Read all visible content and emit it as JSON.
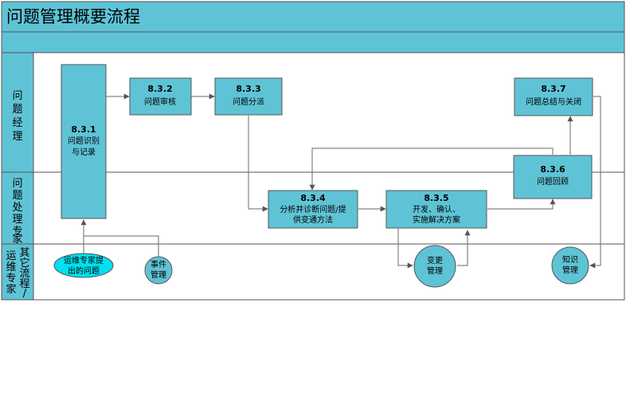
{
  "title": "问题管理概要流程",
  "colors": {
    "banner": "#5fc3d6",
    "box_fill": "#5fc3d6",
    "ellipse_fill": "#00e0f0",
    "lane_border": "#555555",
    "connector": "#6a6a6a"
  },
  "lanes": [
    {
      "id": "manager",
      "label": [
        "问",
        "题",
        "经",
        "理"
      ]
    },
    {
      "id": "expert",
      "label": [
        "问",
        "题",
        "处",
        "理",
        "专",
        "家"
      ]
    },
    {
      "id": "other",
      "label_left": [
        "运",
        "维",
        "专",
        "家"
      ],
      "label_right": [
        "其",
        "它",
        "流",
        "程",
        "/"
      ]
    }
  ],
  "nodes": {
    "n831": {
      "code": "8.3.1",
      "lines": [
        "问题识别",
        "与记录"
      ]
    },
    "n832": {
      "code": "8.3.2",
      "lines": [
        "问题审核"
      ]
    },
    "n833": {
      "code": "8.3.3",
      "lines": [
        "问题分派"
      ]
    },
    "n834": {
      "code": "8.3.4",
      "lines": [
        "分析并诊断问题/提",
        "供变通方法"
      ]
    },
    "n835": {
      "code": "8.3.5",
      "lines": [
        "开发、确认、",
        "实施解决方案"
      ]
    },
    "n836": {
      "code": "8.3.6",
      "lines": [
        "问题回顾"
      ]
    },
    "n837": {
      "code": "8.3.7",
      "lines": [
        "问题总结与关闭"
      ]
    },
    "ops_expert": {
      "lines": [
        "运维专家提",
        "出的问题"
      ]
    },
    "event": {
      "lines": [
        "事件",
        "管理"
      ]
    },
    "change": {
      "lines": [
        "变更",
        "管理"
      ]
    },
    "knowledge": {
      "lines": [
        "知识",
        "管理"
      ]
    }
  }
}
